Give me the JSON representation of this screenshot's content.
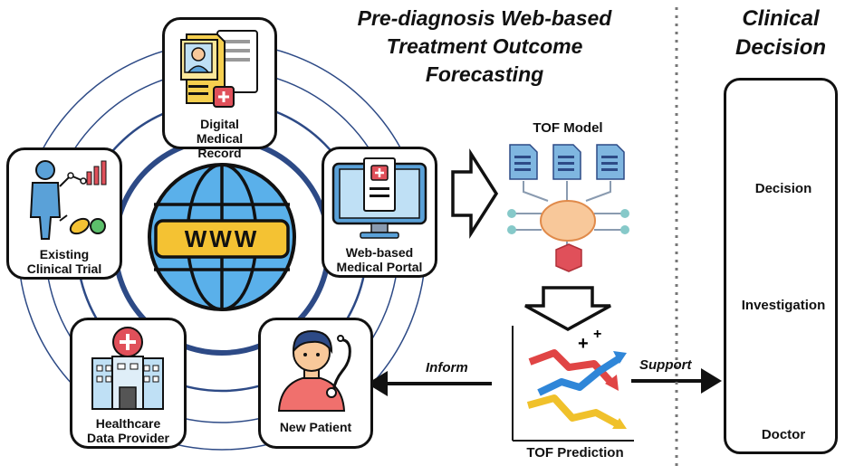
{
  "header": {
    "title": "Pre-diagnosis Web-based Treatment Outcome Forecasting"
  },
  "ring_nodes": {
    "digital_medical_record": "Digital Medical Record",
    "web_based_portal": "Web-based Medical Portal",
    "existing_clinical_trial": "Existing Clinical Trial",
    "healthcare_data_provider": "Healthcare Data Provider",
    "new_patient": "New Patient",
    "www_badge": "WWW"
  },
  "model": {
    "model_label": "TOF Model",
    "prediction_label": "TOF Prediction"
  },
  "arrows": {
    "inform": "Inform",
    "support": "Support"
  },
  "clinical_decision": {
    "title": "Clinical Decision",
    "decision": "Decision",
    "investigation": "Investigation",
    "doctor": "Doctor"
  },
  "colors": {
    "ring": "#2d4a86",
    "globe_blue": "#3d8fd6",
    "badge_yellow": "#f4c233",
    "check_green": "#2f9a4a",
    "cross_red": "#e0464b",
    "trend_red": "#e04545",
    "trend_blue": "#2f86d8",
    "trend_yellow": "#f0c12b"
  }
}
